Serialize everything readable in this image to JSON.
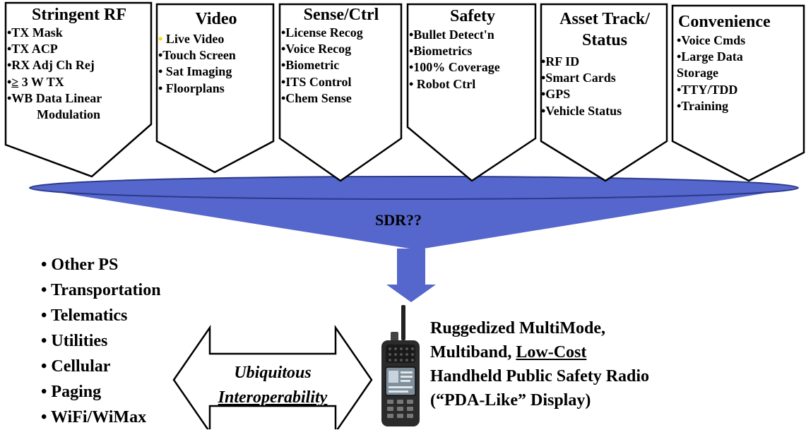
{
  "cards": [
    {
      "title": "Stringent RF",
      "items": [
        "•TX Mask",
        "•TX ACP",
        "•RX Adj Ch Rej",
        "•≥ 3 W TX",
        "•WB Data Linear",
        "   Modulation"
      ]
    },
    {
      "title": "Video",
      "items": [
        "• Live Video",
        "•Touch Screen",
        "• Sat Imaging",
        "• Floorplans"
      ]
    },
    {
      "title": "Sense/Ctrl",
      "items": [
        "•License Recog",
        "•Voice Recog",
        "•Biometric",
        "•ITS Control",
        "•Chem Sense"
      ]
    },
    {
      "title": "Safety",
      "items": [
        "•Bullet Detect'n",
        "•Biometrics",
        "•100% Coverage",
        "• Robot Ctrl"
      ]
    },
    {
      "title": "Asset Track/\nStatus",
      "items": [
        "•RF ID",
        "•Smart Cards",
        "•GPS",
        "•Vehicle Status"
      ]
    },
    {
      "title": "Convenience",
      "items": [
        "•Voice Cmds",
        "•Large Data",
        "Storage",
        "•TTY/TDD",
        "•Training"
      ]
    }
  ],
  "funnel_label": "SDR??",
  "other_systems": [
    "• Other PS",
    "• Transportation",
    "• Telematics",
    "• Utilities",
    "• Cellular",
    "• Paging",
    "• WiFi/WiMax"
  ],
  "arrow_label": {
    "line1": "Ubiquitous",
    "line2": "Interoperability"
  },
  "radio_description": {
    "line1": "Ruggedized MultiMode,",
    "line2_prefix": "Multiband, ",
    "line2_underlined": "Low-Cost",
    "line3": "Handheld Public Safety Radio",
    "line4": "(“PDA-Like” Display)"
  },
  "colors": {
    "funnel": "#5566cc",
    "funnel_edge": "#2a3a8a",
    "card_border": "#000000",
    "bullet_highlight": "#ffd400"
  }
}
